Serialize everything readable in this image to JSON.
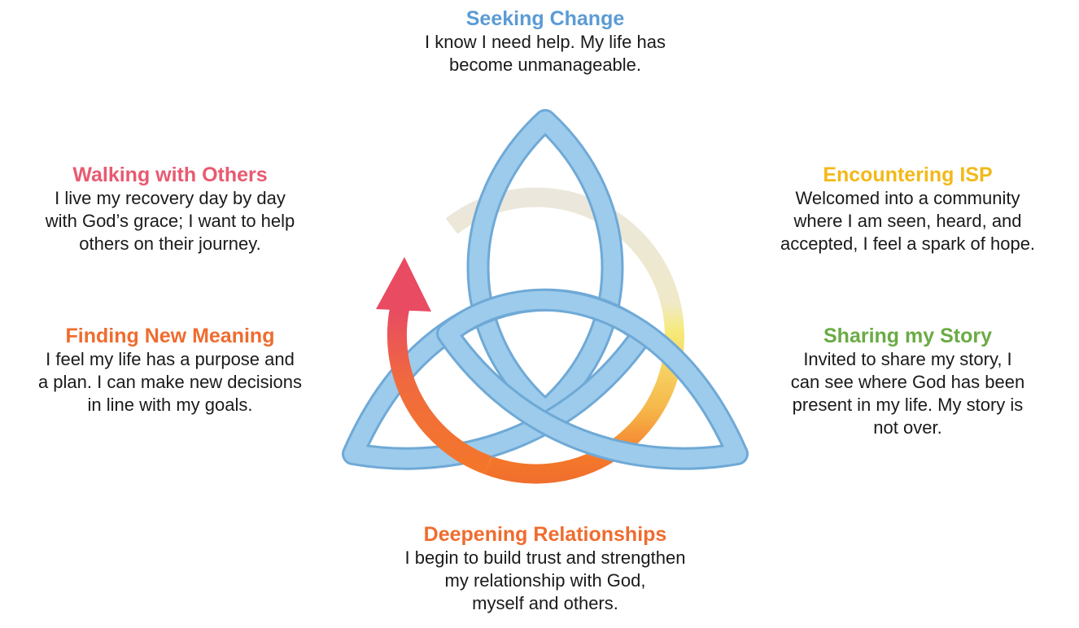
{
  "colors": {
    "knot": "#8fc4e8",
    "knot_stroke": "#6fa9d6",
    "seeking": "#5b9bd5",
    "walking": "#e85a71",
    "finding": "#ef6c2f",
    "encountering": "#f2b91a",
    "sharing": "#6aab45",
    "deepening": "#ef6c2f",
    "arc_start": "#ebe7dc",
    "arc_yellow": "#f6ea7a",
    "arc_orange": "#f4772a",
    "arc_red": "#e84b62"
  },
  "stages": {
    "seeking": {
      "title": "Seeking Change",
      "desc": [
        "I know I need help. My life has",
        "become unmanageable."
      ]
    },
    "walking": {
      "title": "Walking with Others",
      "desc": [
        "I live my recovery day by day",
        "with God’s grace; I want to help",
        "others on their journey."
      ]
    },
    "finding": {
      "title": "Finding New Meaning",
      "desc": [
        "I feel my life has a purpose and",
        "a plan. I can make new decisions",
        "in line with my goals."
      ]
    },
    "encountering": {
      "title": "Encountering ISP",
      "desc": [
        "Welcomed into a community",
        "where I am seen, heard, and",
        "accepted, I feel a spark of hope."
      ]
    },
    "sharing": {
      "title": "Sharing my Story",
      "desc": [
        "Invited to share my story, I",
        "can see where God has been",
        "present in my life. My story is",
        "not over."
      ]
    },
    "deepening": {
      "title": "Deepening Relationships",
      "desc": [
        "I begin to build trust and strengthen",
        "my relationship with God,",
        "myself and others."
      ]
    }
  }
}
